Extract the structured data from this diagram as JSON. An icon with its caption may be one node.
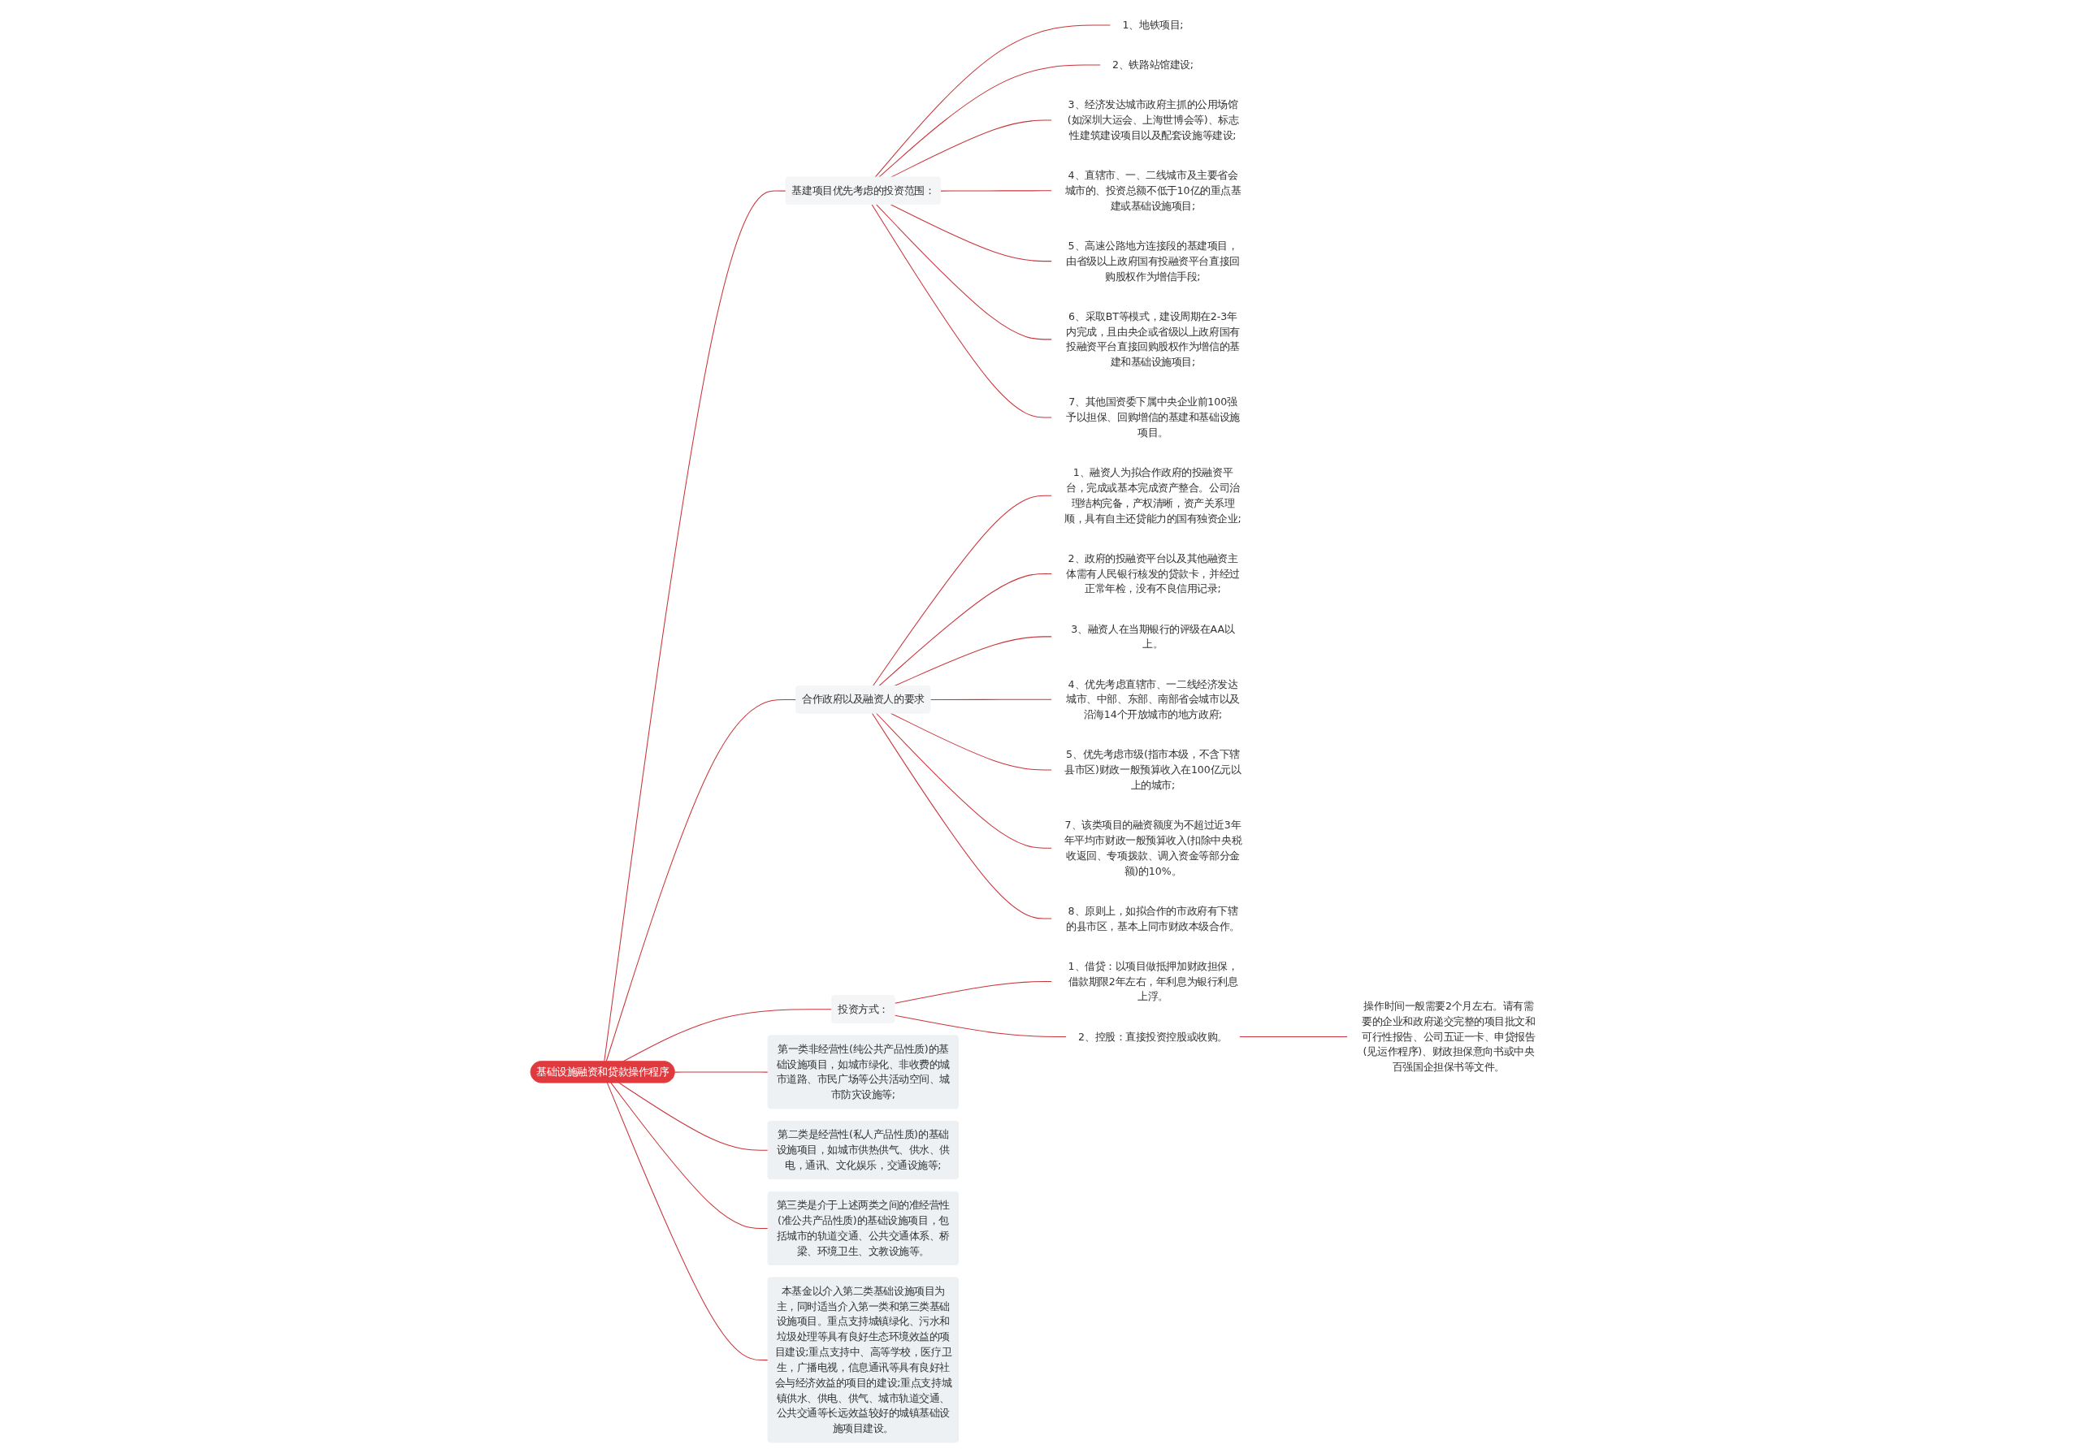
{
  "diagram": {
    "nodes": [
      {
        "text": [
          "基础设施融资和贷款操作程序"
        ]
      },
      {
        "text": [
          "第一类非经营性(纯公共产品性质)的基础设施项目，如城市绿化、非收费的城市道路、市民广场等公共活动空间、城市防灾设施等;"
        ]
      },
      {
        "text": [
          "第二类是经营性(私人产品性质)的基础设施项目，如城市供热供气、供水、供电，通讯、文化娱乐，交通设施等;"
        ]
      },
      {
        "text": [
          "第三类是介于上述两类之间的准经营性(准公共产品性质)的基础设施项目，包括城市的轨道交通、公共交通体系、桥梁、环境卫生、文教设施等。"
        ]
      },
      {
        "text": [
          "本基金以介入第二类基础设施项目为主，同时适当介入第一类和第三类基础设施项目。重点支持城镇绿化、污水和垃圾处理等具有良好生态环境效益的项目建设;重点支持中、高等学校，医疗卫生，广播电视，信息通讯等具有良好社会与经济效益的项目的建设;重点支持城镇供水、供电、供气、城市轨道交通、公共交通等长远效益较好的城镇基础设施项目建设。"
        ]
      },
      {
        "text": [
          "基建项目优先考虑的投资范围："
        ]
      },
      {
        "text": [
          "1、地铁项目;"
        ]
      },
      {
        "text": [
          "2、铁路站馆建设;"
        ]
      },
      {
        "text": [
          "3、经济发达城市政府主抓的公用场馆(如深圳大运会、上海世博会等)、标志性建筑建设项目以及配套设施等建设;"
        ]
      },
      {
        "text": [
          "4、直辖市、一、二线城市及主要省会城市的、投资总额不低于10亿的重点基建或基础设施项目;"
        ]
      },
      {
        "text": [
          "5、高速公路地方连接段的基建项目，由省级以上政府国有投融资平台直接回购股权作为增信手段;"
        ]
      },
      {
        "text": [
          "6、采取BT等模式，建设周期在2-3年内完成，且由央企或省级以上政府国有投融资平台直接回购股权作为增信的基建和基础设施项目;"
        ]
      },
      {
        "text": [
          "7、其他国资委下属中央企业前100强予以担保、回购增信的基建和基础设施项目。"
        ]
      },
      {
        "text": [
          "合作政府以及融资人的要求"
        ]
      },
      {
        "text": [
          "1、融资人为拟合作政府的投融资平台，完成或基本完成资产整合。公司治理结构完备，产权清晰，资产关系理顺，具有自主还贷能力的国有独资企业;"
        ]
      },
      {
        "text": [
          "2、政府的投融资平台以及其他融资主体需有人民银行核发的贷款卡，并经过正常年检，没有不良信用记录;"
        ]
      },
      {
        "text": [
          "3、融资人在当期银行的评级在AA以上。"
        ]
      },
      {
        "text": [
          "4、优先考虑直辖市、一二线经济发达城市、中部、东部、南部省会城市以及沿海14个开放城市的地方政府;"
        ]
      },
      {
        "text": [
          "5、优先考虑市级(指市本级，不含下辖县市区)财政一般预算收入在100亿元以上的城市;"
        ]
      },
      {
        "text": [
          "7、该类项目的融资额度为不超过近3年年平均市财政一般预算收入(扣除中央税收返回、专项拨款、调入资金等部分金额)的10%。"
        ]
      },
      {
        "text": [
          "8、原则上，如拟合作的市政府有下辖的县市区，基本上同市财政本级合作。"
        ]
      },
      {
        "text": [
          "投资方式："
        ]
      },
      {
        "text": [
          "1、借贷：以项目做抵押加财政担保，借款期限2年左右，年利息为银行利息上浮。"
        ]
      },
      {
        "text": [
          "2、控股：直接投资控股或收购。"
        ]
      },
      {
        "text": [
          "操作时间一般需要2个月左右。请有需要的企业和政府递交完整的项目批文和可行性报告、公司五证一卡、申贷报告(见运作程序)、财政担保意向书或中央百强国企担保书等文件。"
        ]
      }
    ],
    "edges": [
      {
        "from": 0,
        "to": 1,
        "arrow": "none"
      },
      {
        "from": 0,
        "to": 2,
        "arrow": "none"
      },
      {
        "from": 0,
        "to": 3,
        "arrow": "none"
      },
      {
        "from": 0,
        "to": 4,
        "arrow": "none"
      },
      {
        "from": 0,
        "to": 5,
        "arrow": "none"
      },
      {
        "from": 5,
        "to": 6,
        "arrow": "none"
      },
      {
        "from": 5,
        "to": 7,
        "arrow": "none"
      },
      {
        "from": 5,
        "to": 8,
        "arrow": "none"
      },
      {
        "from": 5,
        "to": 9,
        "arrow": "none"
      },
      {
        "from": 5,
        "to": 10,
        "arrow": "none"
      },
      {
        "from": 5,
        "to": 11,
        "arrow": "none"
      },
      {
        "from": 5,
        "to": 12,
        "arrow": "none"
      },
      {
        "from": 0,
        "to": 13,
        "arrow": "none"
      },
      {
        "from": 13,
        "to": 14,
        "arrow": "none"
      },
      {
        "from": 13,
        "to": 15,
        "arrow": "none"
      },
      {
        "from": 13,
        "to": 16,
        "arrow": "none"
      },
      {
        "from": 13,
        "to": 17,
        "arrow": "none"
      },
      {
        "from": 13,
        "to": 18,
        "arrow": "none"
      },
      {
        "from": 13,
        "to": 19,
        "arrow": "none"
      },
      {
        "from": 13,
        "to": 20,
        "arrow": "none"
      },
      {
        "from": 0,
        "to": 21,
        "arrow": "none"
      },
      {
        "from": 21,
        "to": 22,
        "arrow": "none"
      },
      {
        "from": 21,
        "to": 23,
        "arrow": "none"
      },
      {
        "from": 23,
        "to": 24,
        "arrow": "none"
      }
    ]
  }
}
